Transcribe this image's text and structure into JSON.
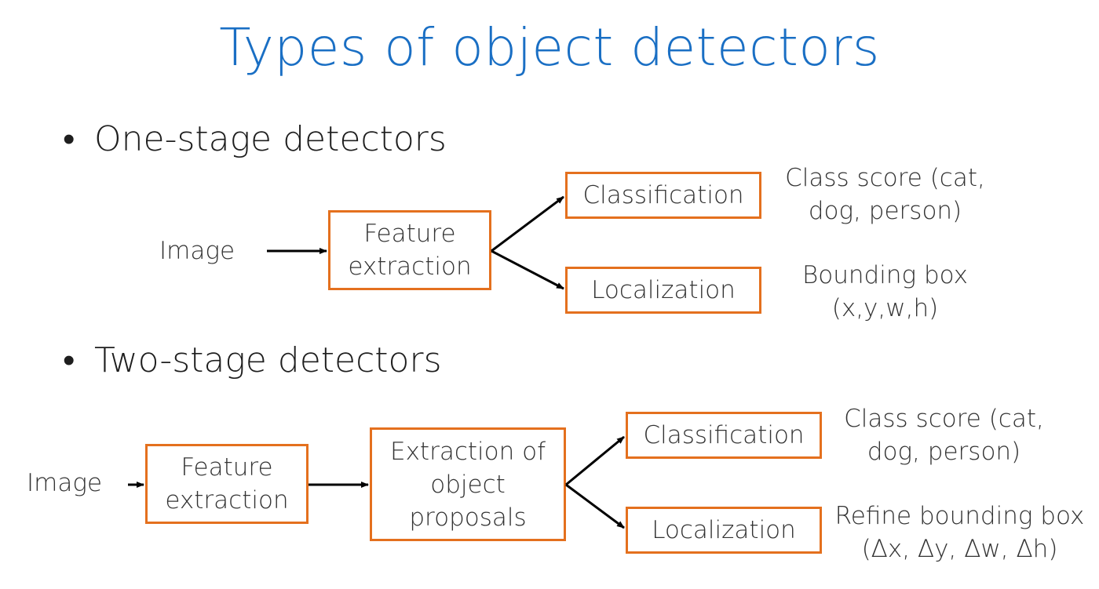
{
  "title": "Types of object detectors",
  "one_stage": {
    "heading": "One-stage detectors",
    "input": "Image",
    "feature_box": "Feature\nextraction",
    "class_box": "Classification",
    "loc_box": "Localization",
    "class_output": "Class score (cat,\ndog, person)",
    "loc_output": "Bounding box\n(x,y,w,h)"
  },
  "two_stage": {
    "heading": "Two-stage detectors",
    "input": "Image",
    "feature_box": "Feature\nextraction",
    "proposal_box": "Extraction of\nobject\nproposals",
    "class_box": "Classification",
    "loc_box": "Localization",
    "class_output": "Class score (cat,\ndog, person)",
    "loc_output": "Refine bounding box\n(∆x, ∆y, ∆w, ∆h)"
  },
  "colors": {
    "title": "#1a6fc4",
    "box_border": "#e4701e",
    "arrow": "#000000"
  }
}
